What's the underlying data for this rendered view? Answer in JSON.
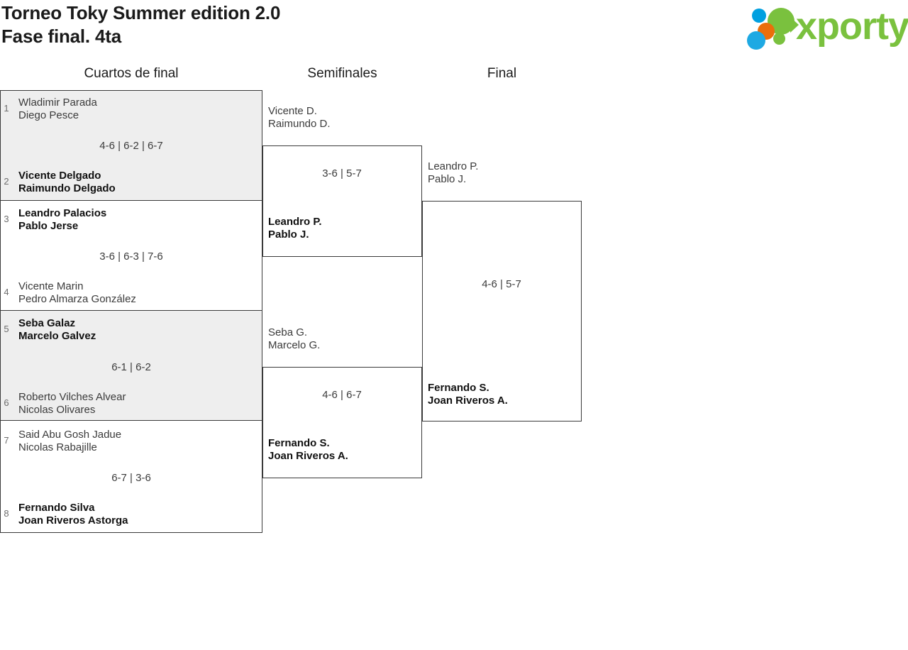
{
  "header": {
    "title_line1": "Torneo Toky Summer edition 2.0",
    "title_line2": "Fase final. 4ta",
    "logo_word": "xporty",
    "logo_colors": {
      "green": "#7ac13e",
      "blue": "#00a0e0",
      "orange": "#ea6e0a"
    }
  },
  "rounds": [
    {
      "label": "Cuartos de final"
    },
    {
      "label": "Semifinales"
    },
    {
      "label": "Final"
    }
  ],
  "bracket": {
    "quarterfinals": [
      {
        "shaded": true,
        "score": "4-6 | 6-2 | 6-7",
        "top": {
          "seed": "1",
          "player1": "Wladimir Parada",
          "player2": "Diego Pesce",
          "winner": false
        },
        "bottom": {
          "seed": "2",
          "player1": "Vicente Delgado",
          "player2": "Raimundo Delgado",
          "winner": true
        }
      },
      {
        "shaded": false,
        "score": "3-6 | 6-3 | 7-6",
        "top": {
          "seed": "3",
          "player1": "Leandro Palacios",
          "player2": "Pablo Jerse",
          "winner": true
        },
        "bottom": {
          "seed": "4",
          "player1": "Vicente Marin",
          "player2": "Pedro Almarza González",
          "winner": false
        }
      },
      {
        "shaded": true,
        "score": "6-1 | 6-2",
        "top": {
          "seed": "5",
          "player1": "Seba Galaz",
          "player2": "Marcelo Galvez",
          "winner": true
        },
        "bottom": {
          "seed": "6",
          "player1": "Roberto Vilches Alvear",
          "player2": "Nicolas Olivares",
          "winner": false
        }
      },
      {
        "shaded": false,
        "score": "6-7 | 3-6",
        "top": {
          "seed": "7",
          "player1": "Said Abu Gosh Jadue",
          "player2": "Nicolas Rabajille",
          "winner": false
        },
        "bottom": {
          "seed": "8",
          "player1": "Fernando Silva",
          "player2": "Joan Riveros Astorga",
          "winner": true
        }
      }
    ],
    "semifinals": [
      {
        "score": "3-6 | 5-7",
        "top": {
          "player1": "Vicente D.",
          "player2": "Raimundo D.",
          "winner": false
        },
        "bottom": {
          "player1": "Leandro P.",
          "player2": "Pablo J.",
          "winner": true
        }
      },
      {
        "score": "4-6 | 6-7",
        "top": {
          "player1": "Seba G.",
          "player2": "Marcelo G.",
          "winner": false
        },
        "bottom": {
          "player1": "Fernando S.",
          "player2": "Joan Riveros A.",
          "winner": true
        }
      }
    ],
    "final": {
      "score": "4-6 | 5-7",
      "top": {
        "player1": "Leandro P.",
        "player2": "Pablo J.",
        "winner": false
      },
      "bottom": {
        "player1": "Fernando S.",
        "player2": "Joan Riveros A.",
        "winner": true
      }
    }
  }
}
